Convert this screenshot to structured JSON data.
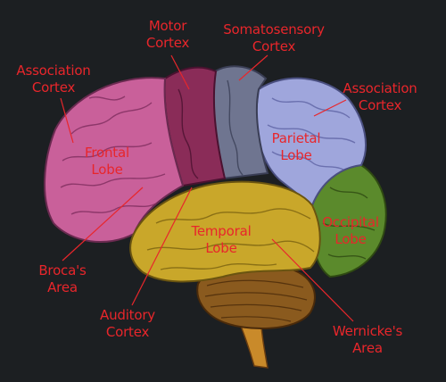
{
  "labels": {
    "association_left": [
      "Association",
      "Cortex"
    ],
    "motor": [
      "Motor",
      "Cortex"
    ],
    "somatosensory": [
      "Somatosensory",
      "Cortex"
    ],
    "association_right": [
      "Association",
      "Cortex"
    ],
    "frontal": [
      "Frontal",
      "Lobe"
    ],
    "parietal": [
      "Parietal",
      "Lobe"
    ],
    "occipital": [
      "Occipital",
      "Lobe"
    ],
    "temporal": [
      "Temporal",
      "Lobe"
    ],
    "broca": [
      "Broca's",
      "Area"
    ],
    "auditory": [
      "Auditory",
      "Cortex"
    ],
    "wernicke": [
      "Wernicke's",
      "Area"
    ]
  },
  "colors": {
    "background": "#1c1f22",
    "label_text": "#e8262b",
    "frontal_lobe": "#c9609a",
    "motor_cortex": "#8a2c58",
    "somatosensory_cortex": "#6f7590",
    "parietal_lobe": "#9fa6dc",
    "occipital_lobe": "#5b8a2c",
    "temporal_lobe": "#c9a72a",
    "cerebellum": "#8a5a1e",
    "brainstem": "#c98a2a"
  }
}
